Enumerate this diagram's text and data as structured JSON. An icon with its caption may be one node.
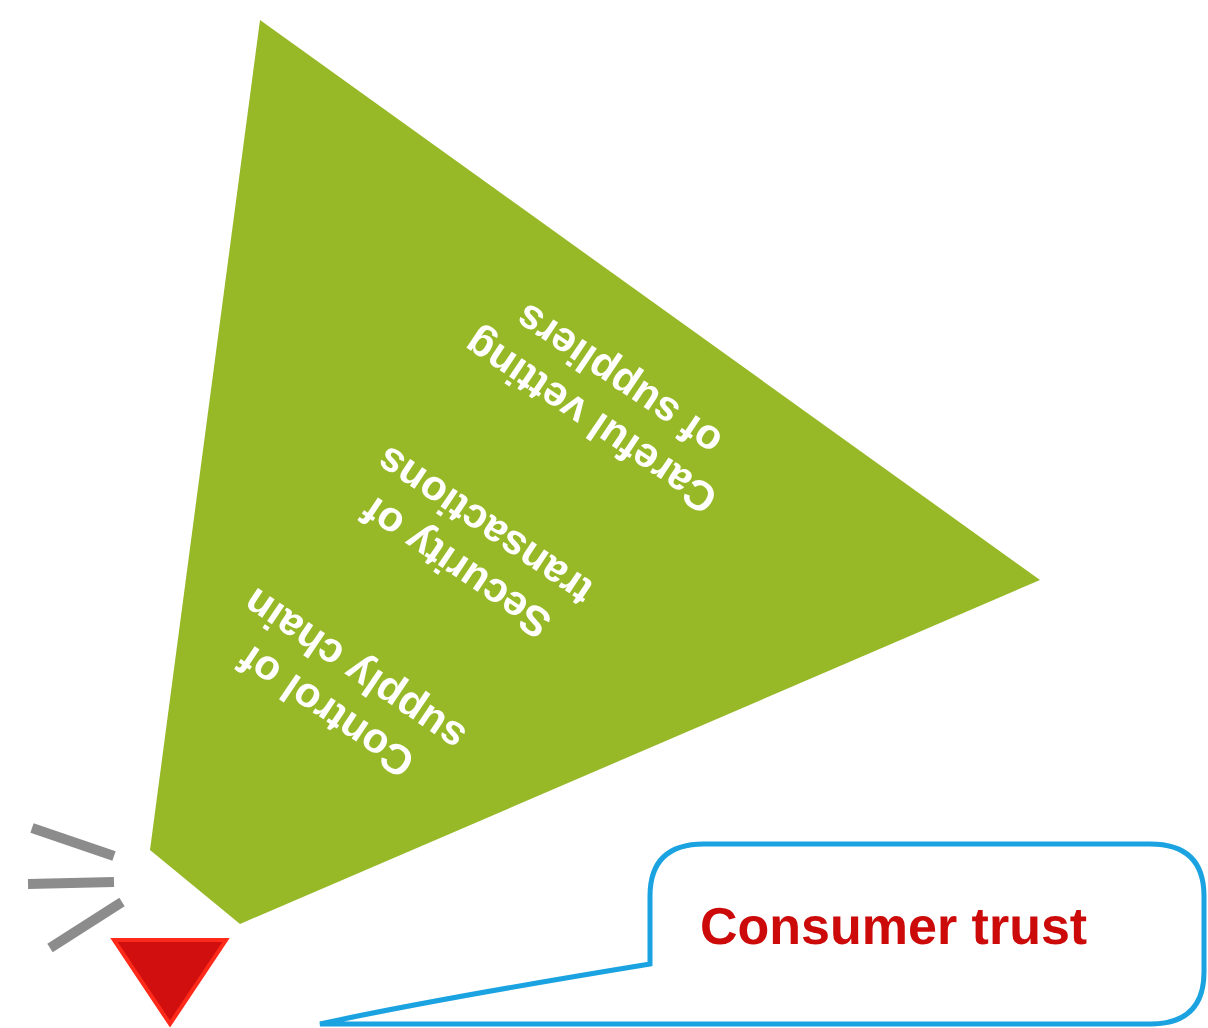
{
  "diagram": {
    "nodes": [
      {
        "text": [
          "Control of supply chain",
          "Security of transactions",
          "Careful vetting of suppliers"
        ]
      },
      {
        "text": [],
        "shape": "triangle"
      },
      {
        "text": [
          "Consumer trust"
        ]
      }
    ]
  }
}
